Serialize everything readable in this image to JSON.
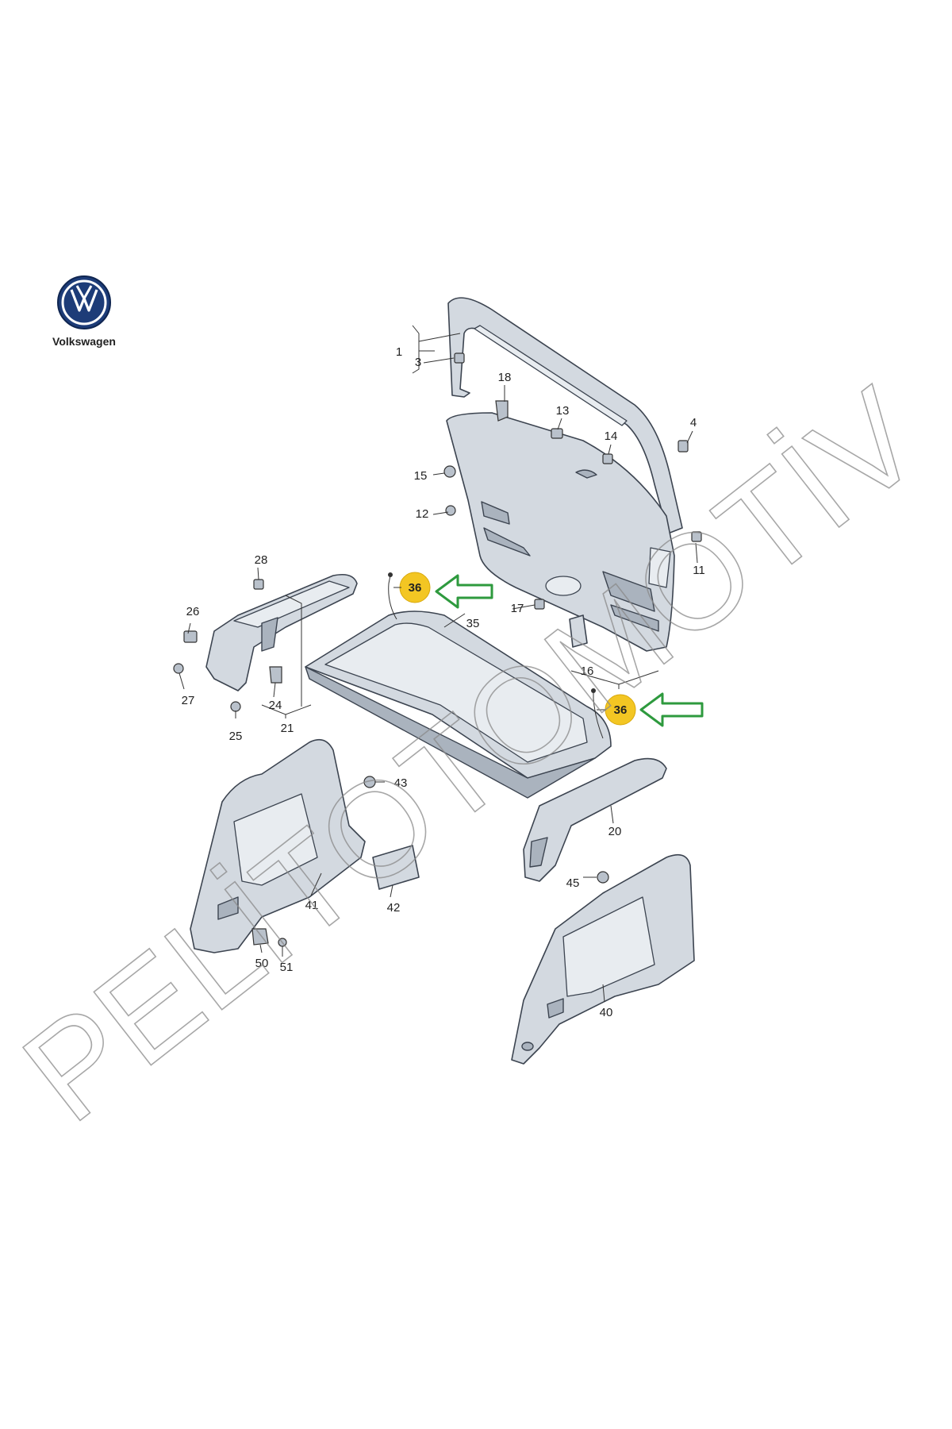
{
  "brand": {
    "name": "Volkswagen"
  },
  "watermark": {
    "text": "PELİTOTOMOTİV"
  },
  "highlight": {
    "part_number": "36",
    "circle_color": "#f3c623",
    "arrow_color": "#2e9a3e"
  },
  "callouts": [
    {
      "id": "1",
      "label": "1"
    },
    {
      "id": "3",
      "label": "3"
    },
    {
      "id": "4",
      "label": "4"
    },
    {
      "id": "11",
      "label": "11"
    },
    {
      "id": "12",
      "label": "12"
    },
    {
      "id": "13",
      "label": "13"
    },
    {
      "id": "14",
      "label": "14"
    },
    {
      "id": "15",
      "label": "15"
    },
    {
      "id": "16",
      "label": "16"
    },
    {
      "id": "17",
      "label": "17"
    },
    {
      "id": "18",
      "label": "18"
    },
    {
      "id": "20",
      "label": "20"
    },
    {
      "id": "21",
      "label": "21"
    },
    {
      "id": "24",
      "label": "24"
    },
    {
      "id": "25",
      "label": "25"
    },
    {
      "id": "26",
      "label": "26"
    },
    {
      "id": "27",
      "label": "27"
    },
    {
      "id": "28",
      "label": "28"
    },
    {
      "id": "35",
      "label": "35"
    },
    {
      "id": "40",
      "label": "40"
    },
    {
      "id": "41",
      "label": "41"
    },
    {
      "id": "42",
      "label": "42"
    },
    {
      "id": "43",
      "label": "43"
    },
    {
      "id": "45",
      "label": "45"
    },
    {
      "id": "50",
      "label": "50"
    },
    {
      "id": "51",
      "label": "51"
    }
  ]
}
